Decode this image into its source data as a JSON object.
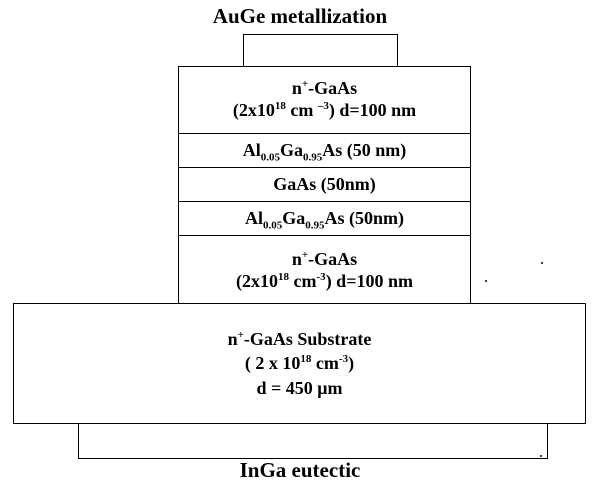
{
  "top_label": "AuGe metallization",
  "bottom_label": "InGa eutectic",
  "layers": [
    {
      "lines": [
        [
          {
            "t": "n"
          },
          {
            "sup": "+"
          },
          {
            "t": "-GaAs"
          }
        ],
        [
          {
            "t": "(2x10"
          },
          {
            "sup": "18"
          },
          {
            "t": " cm "
          },
          {
            "sup": "–3"
          },
          {
            "t": ") d=100 nm"
          }
        ]
      ]
    },
    {
      "lines": [
        [
          {
            "t": "Al"
          },
          {
            "sub": "0.05"
          },
          {
            "t": "Ga"
          },
          {
            "sub": "0.95"
          },
          {
            "t": "As (50 nm)"
          }
        ]
      ]
    },
    {
      "lines": [
        [
          {
            "t": "GaAs (50nm)"
          }
        ]
      ]
    },
    {
      "lines": [
        [
          {
            "t": "Al"
          },
          {
            "sub": "0.05"
          },
          {
            "t": "Ga"
          },
          {
            "sub": "0.95"
          },
          {
            "t": "As (50nm)"
          }
        ]
      ]
    },
    {
      "lines": [
        [
          {
            "t": "n"
          },
          {
            "sup": "+"
          },
          {
            "t": "-GaAs"
          }
        ],
        [
          {
            "t": "(2x10"
          },
          {
            "sup": "18"
          },
          {
            "t": " cm"
          },
          {
            "sup": "-3"
          },
          {
            "t": ") d=100 nm"
          }
        ]
      ]
    }
  ],
  "substrate": {
    "lines": [
      [
        {
          "t": "n"
        },
        {
          "sup": "+"
        },
        {
          "t": "-GaAs Substrate"
        }
      ],
      [
        {
          "t": "( 2 x 10"
        },
        {
          "sup": "18"
        },
        {
          "t": " cm"
        },
        {
          "sup": "-3"
        },
        {
          "t": ")"
        }
      ],
      [
        {
          "t": "d = 450 μm"
        }
      ]
    ]
  }
}
